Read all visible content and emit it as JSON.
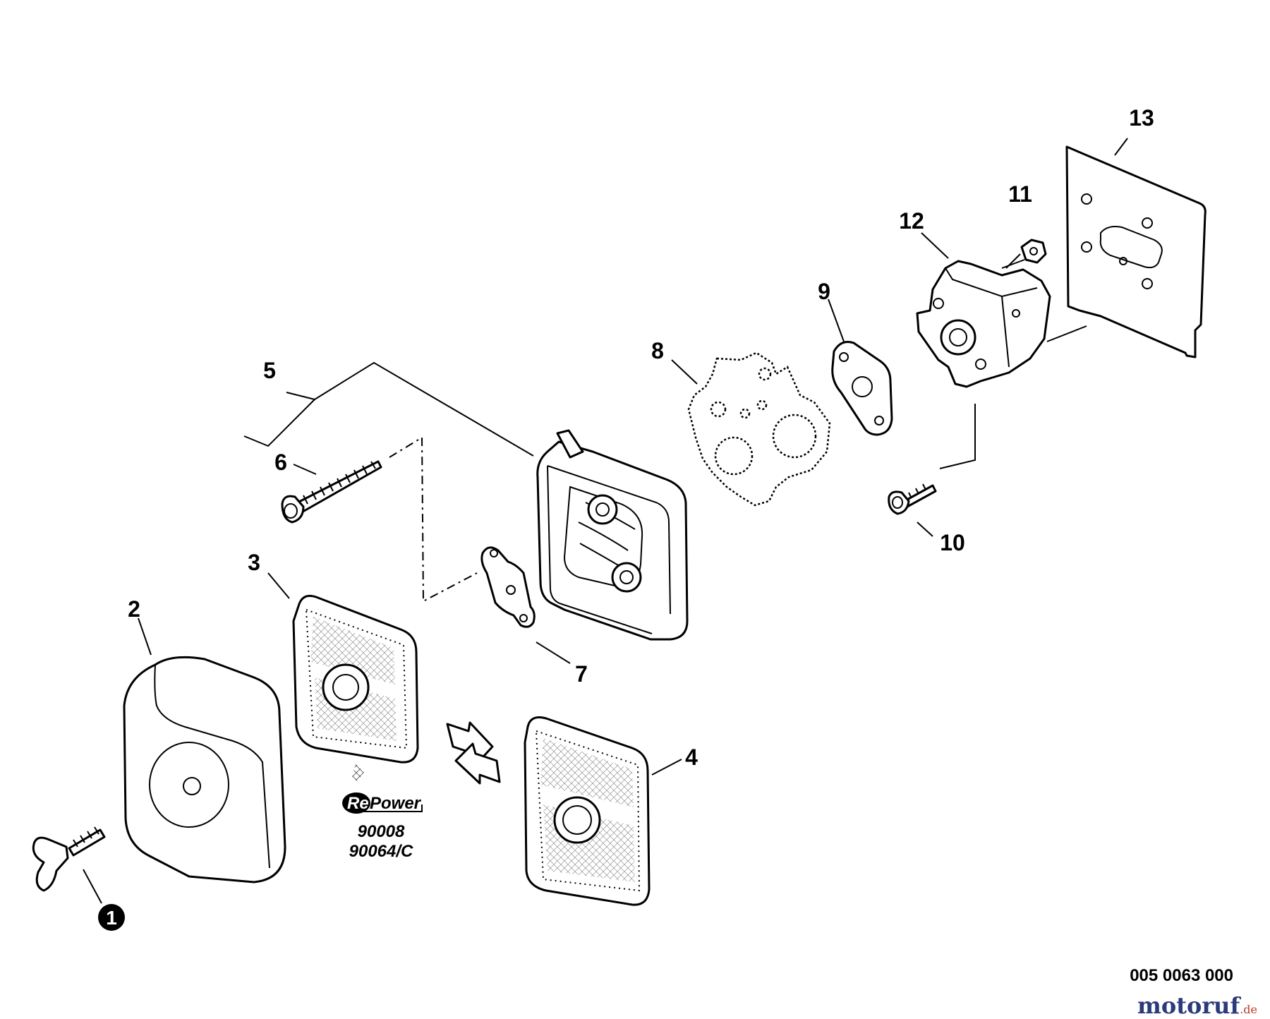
{
  "diagram": {
    "callouts": [
      "1",
      "2",
      "3",
      "4",
      "5",
      "6",
      "7",
      "8",
      "9",
      "10",
      "11",
      "12",
      "13"
    ],
    "repower": {
      "logo_re": "Re",
      "logo_power": "Power",
      "codes": [
        "90008",
        "90064/C"
      ]
    },
    "reference_number": "005 0063 000",
    "watermark": {
      "brand": "motoruf",
      "suffix": ".de",
      "colors": {
        "dark": "#2b3a7a",
        "accent": "#c0392b"
      }
    },
    "colors": {
      "line": "#000000",
      "background": "#ffffff"
    }
  }
}
